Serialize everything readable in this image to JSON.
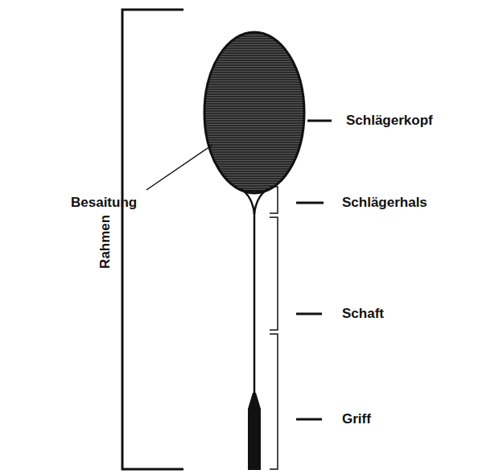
{
  "diagram": {
    "labels": [
      "Schlägerkopf",
      "Besaitung",
      "Schlägerhals",
      "Schaft",
      "Griff",
      "Rahmen"
    ]
  }
}
